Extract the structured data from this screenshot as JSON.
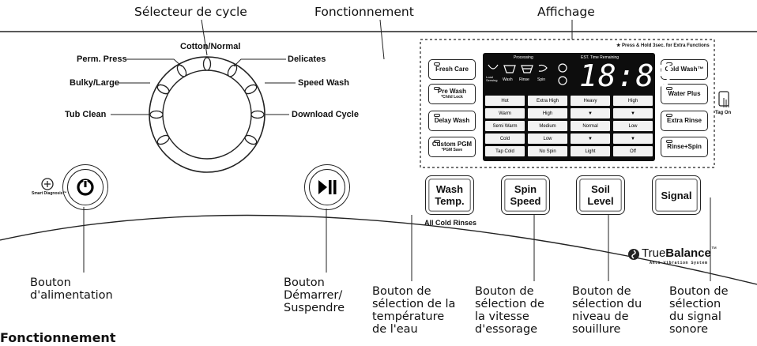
{
  "top_labels": {
    "cycle_selector": "Sélecteur de cycle",
    "operation": "Fonctionnement",
    "display": "Affichage"
  },
  "panel_note": "★ Press & Hold 3sec. for Extra Functions",
  "dial_labels": {
    "cotton_normal": "Cotton/Normal",
    "perm_press": "Perm. Press",
    "bulky_large": "Bulky/Large",
    "tub_clean": "Tub Clean",
    "delicates": "Delicates",
    "speed_wash": "Speed Wash",
    "download_cycle": "Download Cycle"
  },
  "left_option_buttons": [
    {
      "label": "Fresh Care",
      "sub": ""
    },
    {
      "label": "Pre Wash",
      "sub": "*Child Lock"
    },
    {
      "label": "Delay Wash",
      "sub": ""
    },
    {
      "label": "Custom PGM",
      "sub": "*PGM Save"
    }
  ],
  "right_option_buttons": [
    {
      "label": "Cold Wash™",
      "sub": ""
    },
    {
      "label": "Water Plus",
      "sub": ""
    },
    {
      "label": "Extra Rinse",
      "sub": ""
    },
    {
      "label": "Rinse+Spin",
      "sub": ""
    }
  ],
  "display": {
    "processing": "Processing",
    "est_time": "EST. Time Remaining",
    "time": "18:88",
    "icon_labels": [
      "Load Sensing",
      "Wash",
      "Rinse",
      "Spin"
    ],
    "grid": [
      [
        "Hot",
        "Extra High",
        "Heavy",
        "High"
      ],
      [
        "Warm",
        "High",
        "▼",
        "▼"
      ],
      [
        "Semi Warm",
        "Medium",
        "Normal",
        "Low"
      ],
      [
        "Cold",
        "Low",
        "▼",
        "▼"
      ],
      [
        "Tap Cold",
        "No Spin",
        "Light",
        "Off"
      ]
    ]
  },
  "tag_on": "Tag On",
  "smart_diagnosis": "Smart Diagnosis™",
  "main_buttons": {
    "wash_temp": [
      "Wash",
      "Temp."
    ],
    "spin_speed": [
      "Spin",
      "Speed"
    ],
    "soil_level": [
      "Soil",
      "Level"
    ],
    "signal": "Signal"
  },
  "all_cold_rinses": "All Cold Rinses",
  "brand": {
    "name_light": "True",
    "name_bold": "Balance",
    "tm": "™",
    "tagline": "Anti-Vibration System"
  },
  "bottom_callouts": {
    "power": [
      "Bouton",
      "d'alimentation"
    ],
    "start_pause": [
      "Bouton",
      "Démarrer/",
      "Suspendre"
    ],
    "temp": [
      "Bouton de",
      "sélection de la",
      "température",
      "de l'eau"
    ],
    "spin": [
      "Bouton de",
      "sélection de",
      "la vitesse",
      "d'essorage"
    ],
    "soil": [
      "Bouton de",
      "sélection du",
      "niveau de",
      "souillure"
    ],
    "signal": [
      "Bouton de",
      "sélection",
      "du signal",
      "sonore"
    ]
  },
  "section_heading": "Fonctionnement",
  "colors": {
    "display_bg": "#0d0d0d",
    "panel_line": "#222222",
    "display_text": "#ffffff"
  }
}
